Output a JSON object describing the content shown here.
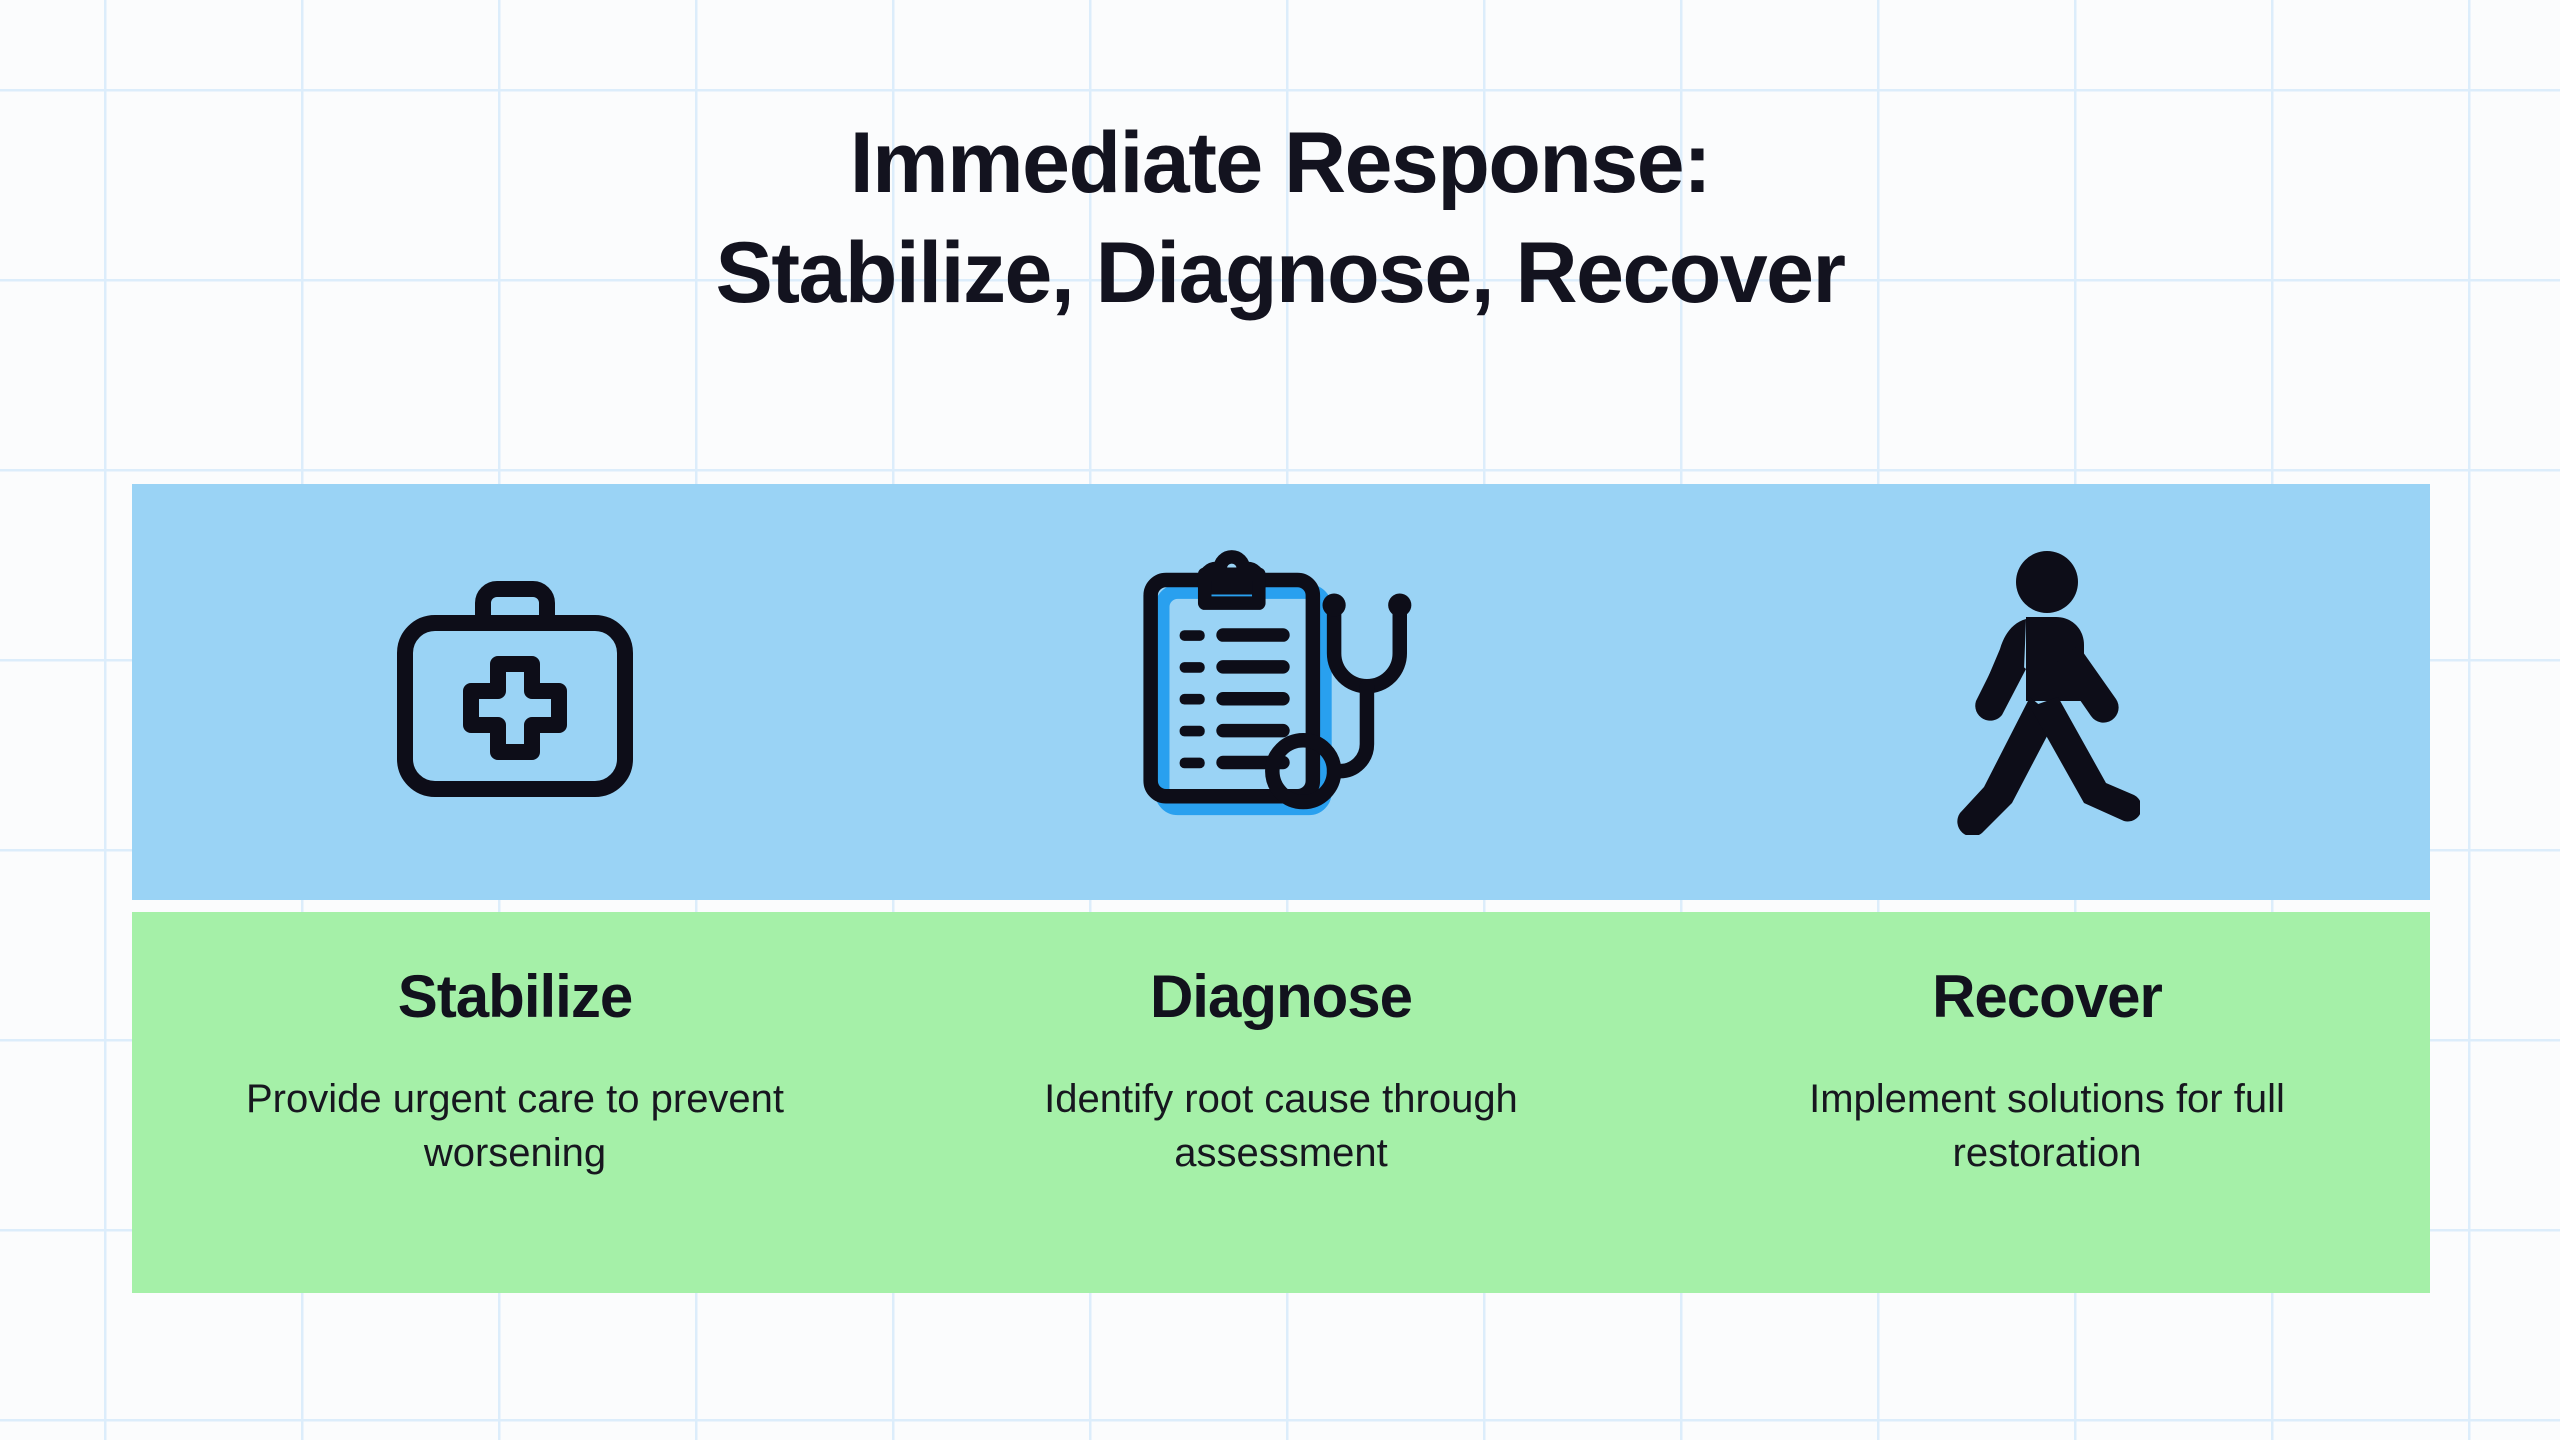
{
  "title": {
    "line1": "Immediate Response:",
    "line2": "Stabilize, Diagnose, Recover"
  },
  "colors": {
    "page_background": "#fbfcfd",
    "grid_line": "#dcedfb",
    "icon_band": "#9ad3f5",
    "text_band": "#a5f0a8",
    "text_dark": "#13131f",
    "icon_stroke": "#0d0d18",
    "icon_accent_blue": "#29a0ef"
  },
  "steps": [
    {
      "icon_name": "first-aid-kit-icon",
      "title": "Stabilize",
      "description": "Provide urgent care to prevent worsening"
    },
    {
      "icon_name": "clipboard-stethoscope-icon",
      "title": "Diagnose",
      "description": "Identify root cause through assessment"
    },
    {
      "icon_name": "walking-person-icon",
      "title": "Recover",
      "description": "Implement solutions for full restoration"
    }
  ]
}
